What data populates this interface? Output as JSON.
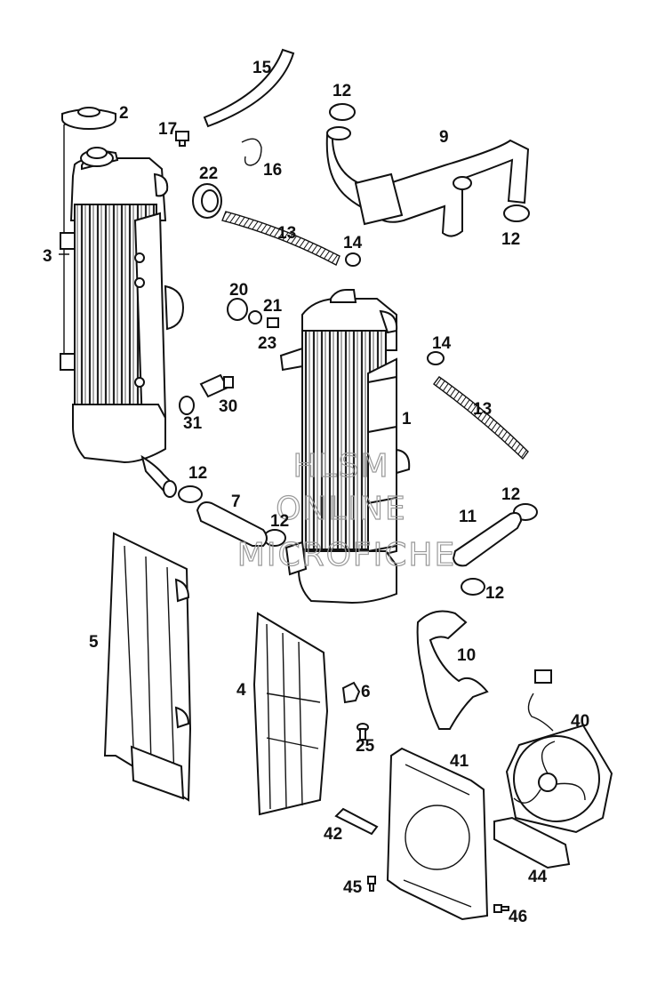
{
  "callouts": {
    "c1": "1",
    "c2": "2",
    "c3": "3",
    "c4": "4",
    "c5": "5",
    "c6": "6",
    "c7": "7",
    "c9": "9",
    "c10": "10",
    "c11": "11",
    "c12a": "12",
    "c12b": "12",
    "c12c": "12",
    "c12d": "12",
    "c12e": "12",
    "c12f": "12",
    "c13a": "13",
    "c13b": "13",
    "c14a": "14",
    "c14b": "14",
    "c15": "15",
    "c16": "16",
    "c17": "17",
    "c20": "20",
    "c21": "21",
    "c22": "22",
    "c23": "23",
    "c25": "25",
    "c30": "30",
    "c31": "31",
    "c40": "40",
    "c41": "41",
    "c42": "42",
    "c44": "44",
    "c45": "45",
    "c46": "46"
  },
  "watermark": {
    "line1": "HLSM",
    "line2": "ONLINE",
    "line3": "MICROFICHE"
  }
}
